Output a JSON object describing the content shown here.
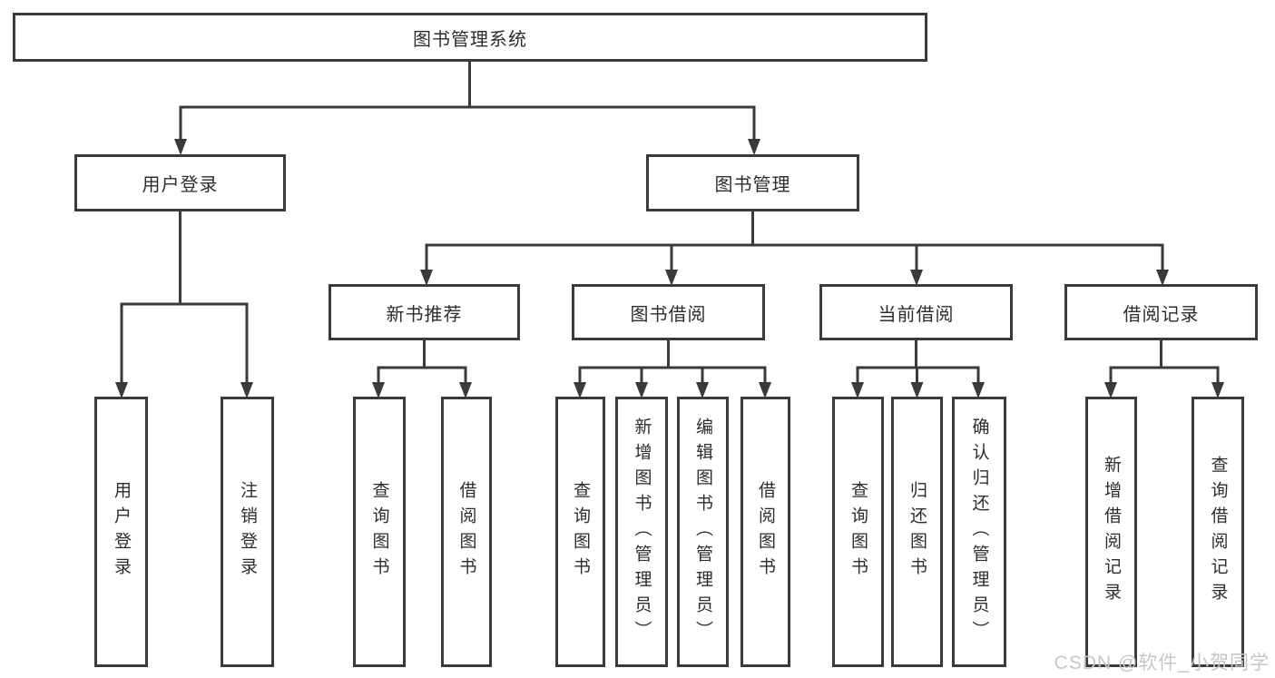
{
  "diagram": {
    "title": "图书管理系统",
    "tree": {
      "root": {
        "label": "图书管理系统"
      },
      "level2": [
        {
          "label": "用户登录"
        },
        {
          "label": "图书管理"
        }
      ],
      "level3": [
        {
          "label": "新书推荐",
          "parent": "图书管理"
        },
        {
          "label": "图书借阅",
          "parent": "图书管理"
        },
        {
          "label": "当前借阅",
          "parent": "图书管理"
        },
        {
          "label": "借阅记录",
          "parent": "图书管理"
        }
      ],
      "leaves": [
        {
          "label": "用户登录",
          "parent": "用户登录"
        },
        {
          "label": "注销登录",
          "parent": "用户登录"
        },
        {
          "label": "查询图书",
          "parent": "新书推荐"
        },
        {
          "label": "借阅图书",
          "parent": "新书推荐"
        },
        {
          "label": "查询图书",
          "parent": "图书借阅"
        },
        {
          "label": "新增图书（管理员）",
          "parent": "图书借阅"
        },
        {
          "label": "编辑图书（管理员）",
          "parent": "图书借阅"
        },
        {
          "label": "借阅图书",
          "parent": "图书借阅"
        },
        {
          "label": "查询图书",
          "parent": "当前借阅"
        },
        {
          "label": "归还图书",
          "parent": "当前借阅"
        },
        {
          "label": "确认归还（管理员）",
          "parent": "当前借阅"
        },
        {
          "label": "新增借阅记录",
          "parent": "借阅记录"
        },
        {
          "label": "查询借阅记录",
          "parent": "借阅记录"
        }
      ]
    },
    "colors": {
      "line": "#3a3a3a",
      "box_border": "#3a3a3a",
      "box_fill": "#ffffff",
      "text": "#2d2d2d",
      "background": "#ffffff",
      "watermark": "#c6c6c6"
    }
  },
  "watermark": {
    "text": "CSDN @软件_小贺同学"
  }
}
